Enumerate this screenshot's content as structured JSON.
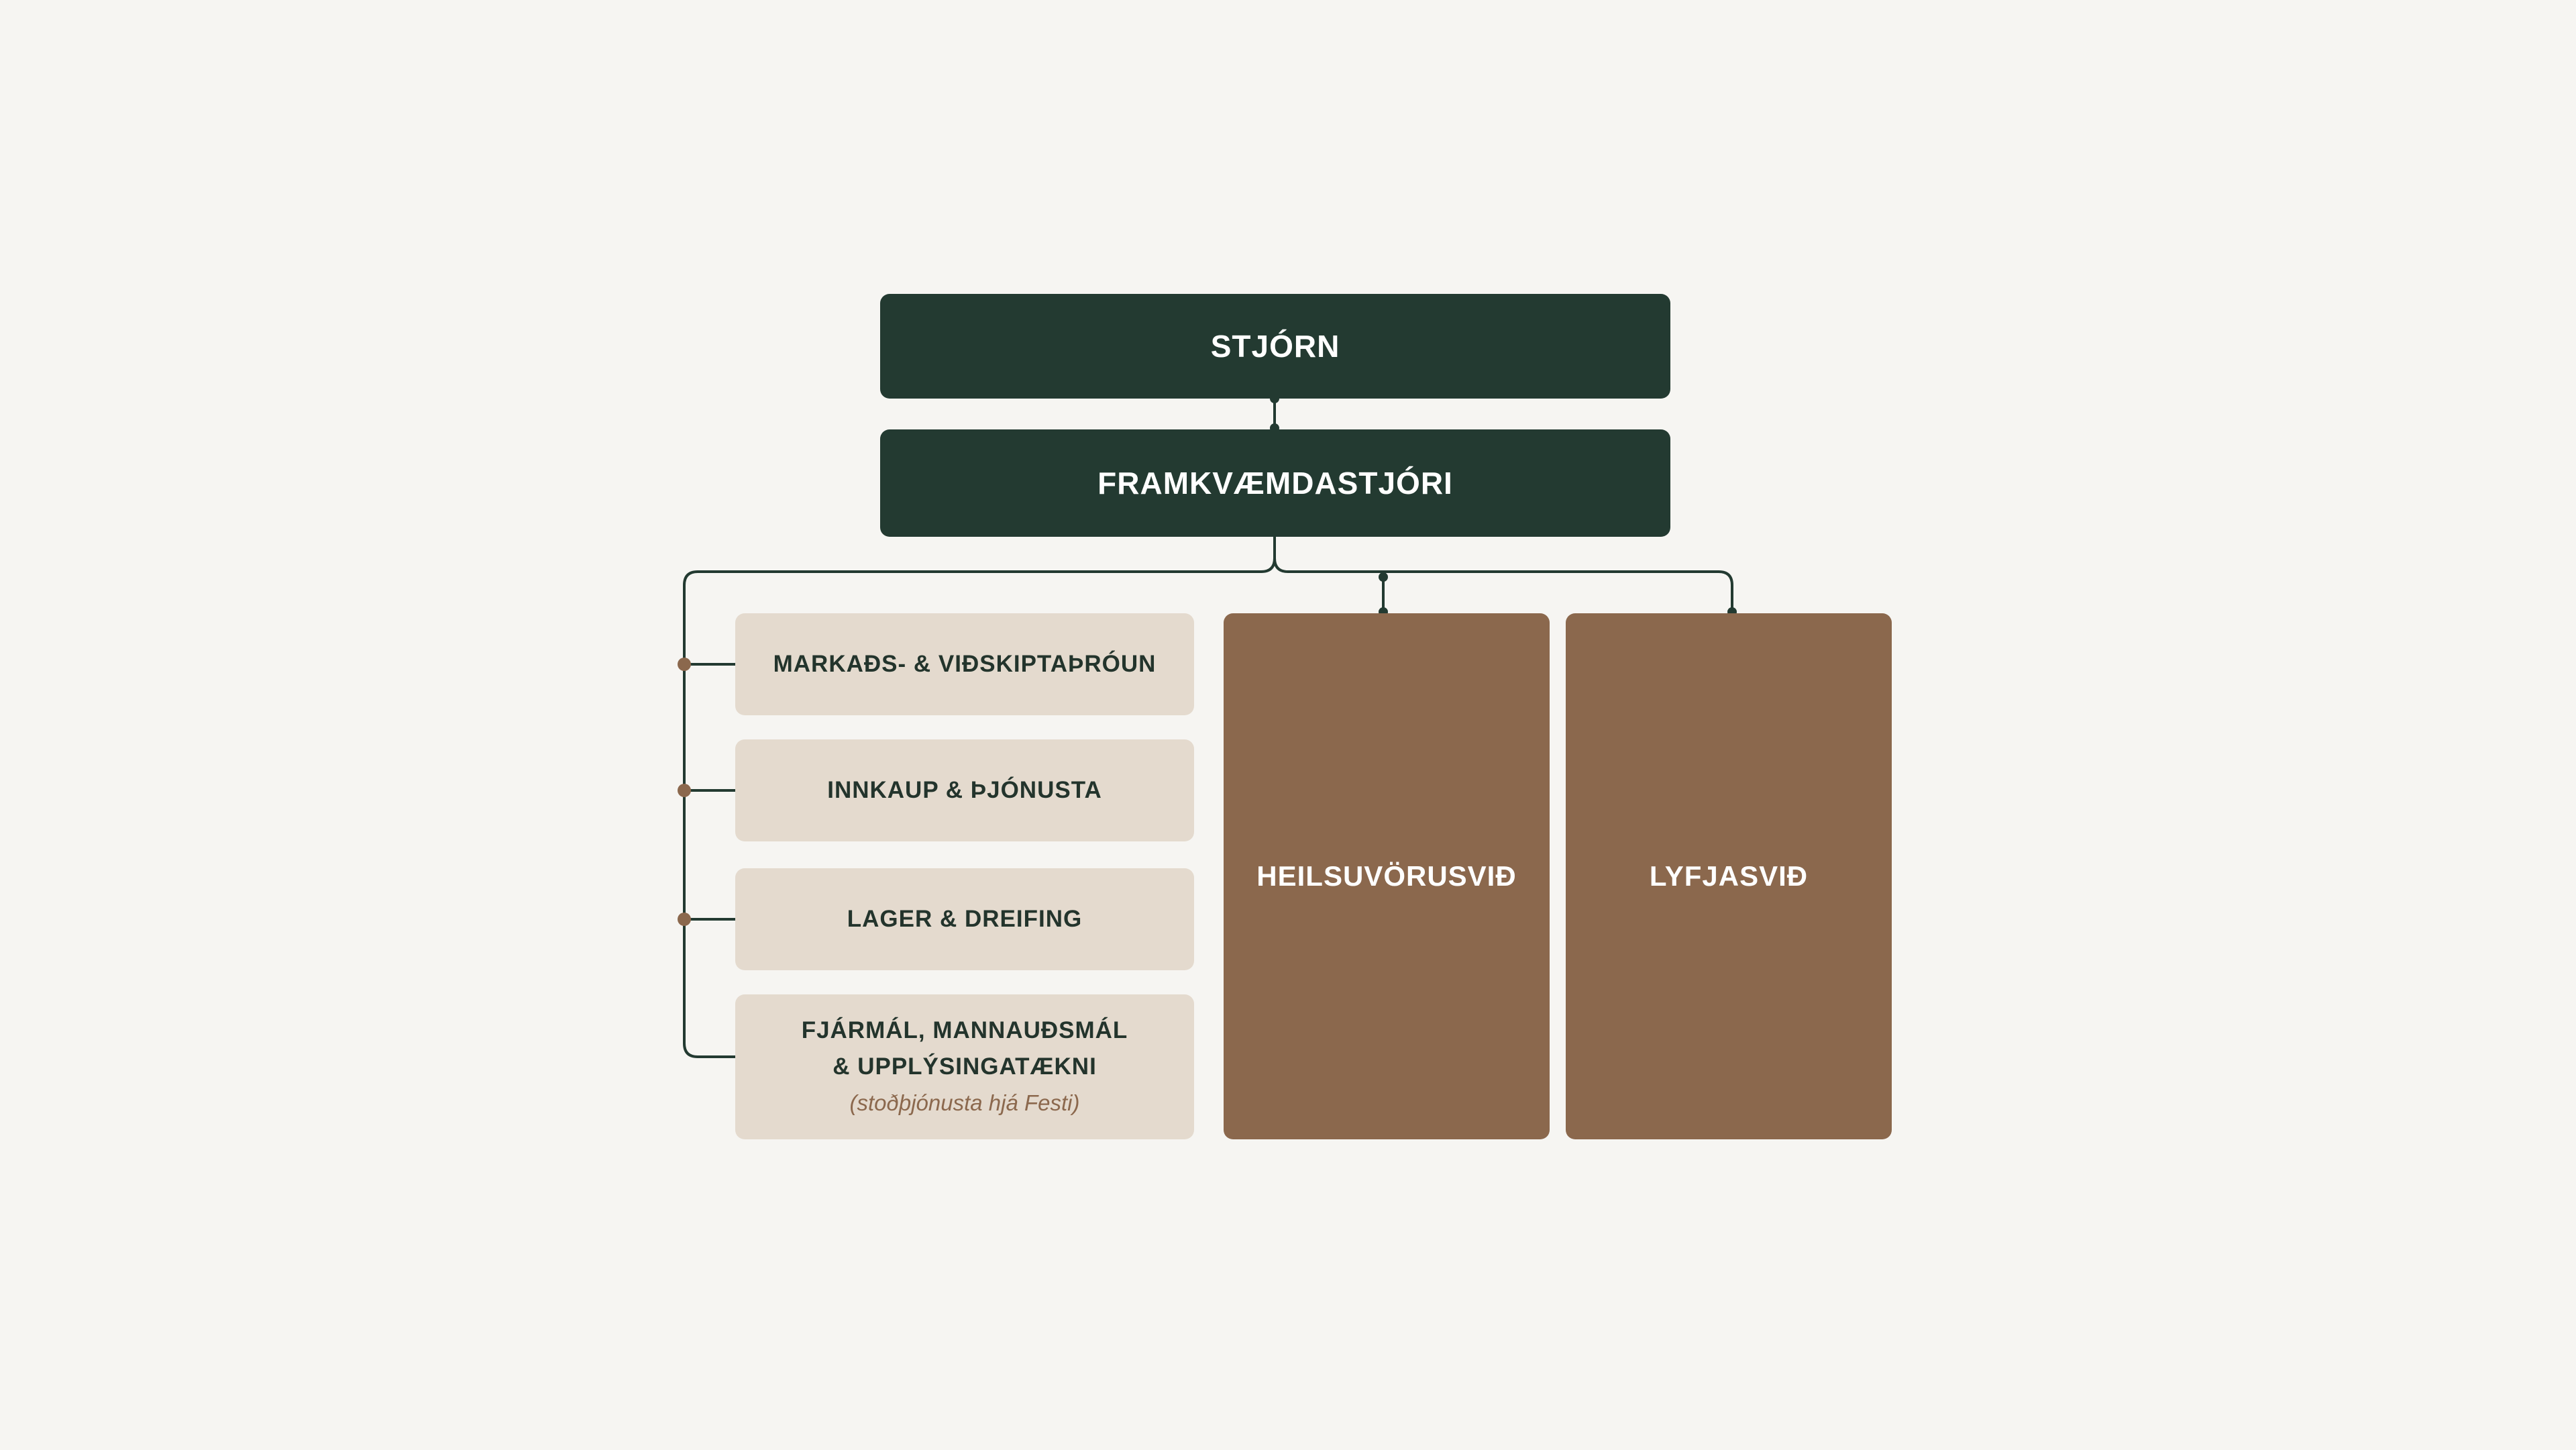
{
  "org_chart": {
    "board": "STJÓRN",
    "ceo": "FRAMKVÆMDASTJÓRI",
    "support_units": [
      {
        "line1": "MARKAÐS- & VIÐSKIPTAÞRÓUN"
      },
      {
        "line1": "INNKAUP & ÞJÓNUSTA"
      },
      {
        "line1": "LAGER & DREIFING"
      },
      {
        "line1": "FJÁRMÁL, MANNAUÐSMÁL",
        "line2": "& UPPLÝSINGATÆKNI",
        "note": "(stoðþjónusta hjá Festi)"
      }
    ],
    "divisions": [
      "HEILSUVÖRUSVIÐ",
      "LYFJASVIÐ"
    ]
  },
  "colors": {
    "background": "#f6f5f2",
    "dark_green": "#233a31",
    "beige": "#e4dace",
    "brown": "#8b684d",
    "connector": "#233a31",
    "dot_brown": "#8b684d"
  }
}
